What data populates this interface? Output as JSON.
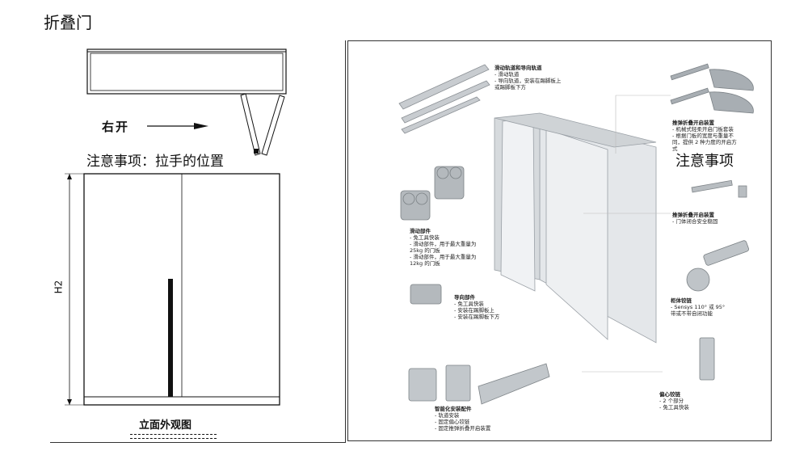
{
  "page_title": "折叠门",
  "left": {
    "open_direction": "右开",
    "note": "注意事项：拉手的位置",
    "height_label": "H2",
    "elevation_title": "立面外观图"
  },
  "right": {
    "note": "注意事项",
    "callouts": {
      "rails": {
        "title": "滑动轨道和导向轨道",
        "lines": [
          "- 滑动轨道",
          "- 导向轨道，安装在踢脚板上",
          "  或踢脚板下方"
        ]
      },
      "push_fold": {
        "title": "推弹折叠开启装置",
        "lines": [
          "- 机械式轻柔开启门板套装",
          "- 根据门板的宽度与重量不",
          "  同，提供 2 种力度的开启方",
          "  式"
        ]
      },
      "push_close": {
        "title": "推弹折叠开启装置",
        "lines": [
          "- 门体闭合安全稳固"
        ]
      },
      "sliding": {
        "title": "滑动部件",
        "lines": [
          "- 免工具快装",
          "- 滑动部件，用于最大重量为",
          "  25kg 的门板",
          "- 滑动部件，用于最大重量为",
          "  12kg 的门板"
        ]
      },
      "guide": {
        "title": "导向部件",
        "lines": [
          "- 免工具快装",
          "- 安装在踢脚板上",
          "- 安装在踢脚板下方"
        ]
      },
      "hinge": {
        "title": "柜体铰链",
        "lines": [
          "- Sensys 110° 或 95°",
          "  带或不带自闭功能"
        ]
      },
      "eccentric": {
        "title": "偏心铰链",
        "lines": [
          "- 2 个部分",
          "- 免工具快装"
        ]
      },
      "smart": {
        "title": "智能化安装配件",
        "lines": [
          "- 轨道安装",
          "- 固定偏心铰链",
          "- 固定推弹折叠开启装置"
        ]
      }
    }
  }
}
